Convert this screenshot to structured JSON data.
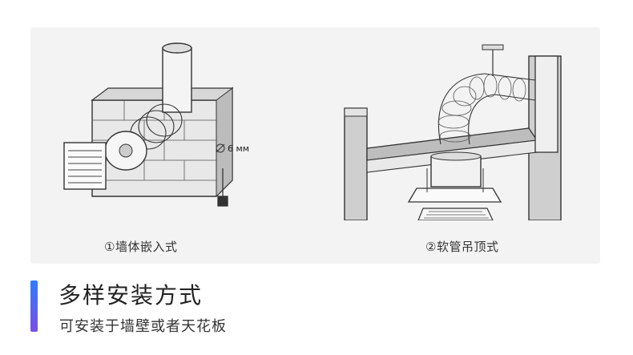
{
  "panel": {
    "left_caption": "①墙体嵌入式",
    "right_caption": "②软管吊顶式",
    "dimension_label": "6 мм"
  },
  "section": {
    "title": "多样安装方式",
    "subtitle": "可安装于墙壁或者天花板"
  },
  "colors": {
    "panel_bg": "#f3f3f3",
    "accent_top": "#2f7bff",
    "accent_bottom": "#7a4ee6",
    "title_text": "#222222"
  }
}
